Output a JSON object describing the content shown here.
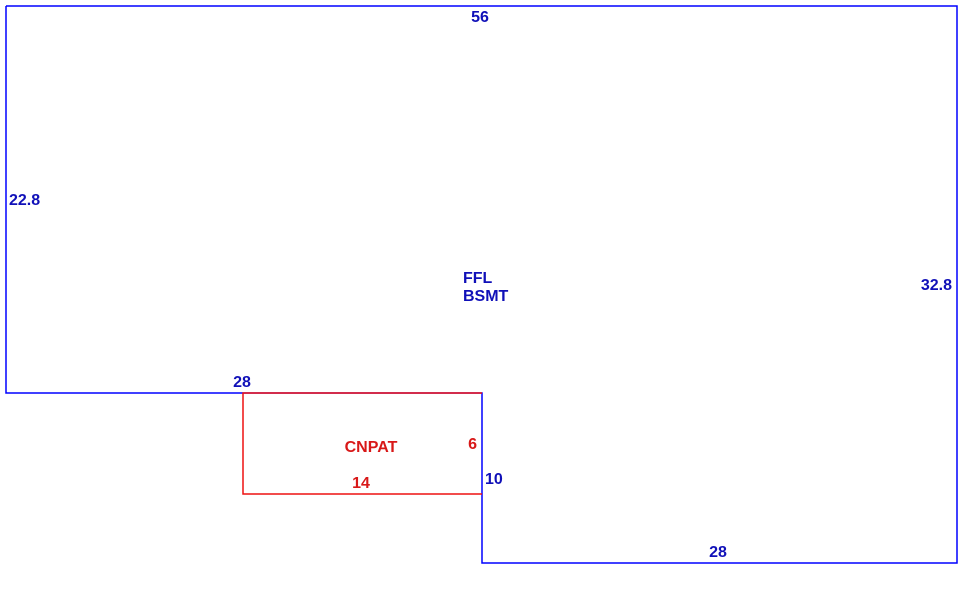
{
  "colors": {
    "main_outline": "#0000ff",
    "main_text": "#1010b8",
    "patio_outline": "#ee1111",
    "patio_text": "#d81818"
  },
  "main_area": {
    "label_line1": "FFL",
    "label_line2": "BSMT",
    "dim_top": "56",
    "dim_left": "22.8",
    "dim_right": "32.8",
    "dim_inner_horizontal": "28",
    "dim_inner_vertical": "10",
    "dim_bottom": "28"
  },
  "patio_area": {
    "label": "CNPAT",
    "dim_width": "14",
    "dim_height": "6"
  }
}
